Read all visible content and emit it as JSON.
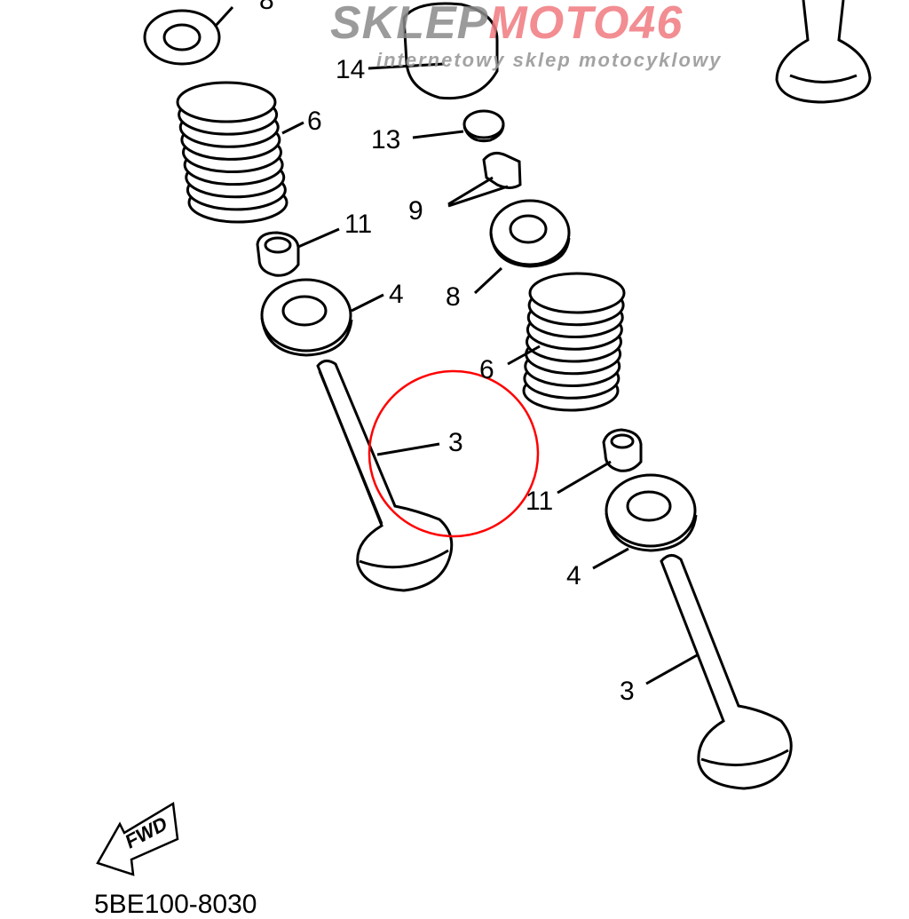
{
  "watermark": {
    "brand_gray": "SKLEP",
    "brand_red": "MOTO46",
    "tagline": "internetowy sklep motocyklowy",
    "colors": {
      "gray": "#8a8a8a",
      "red": "#f07a80"
    }
  },
  "labels": [
    {
      "id": "top-8",
      "text": "8"
    },
    {
      "id": "14",
      "text": "14"
    },
    {
      "id": "6a",
      "text": "6"
    },
    {
      "id": "13",
      "text": "13"
    },
    {
      "id": "9",
      "text": "9"
    },
    {
      "id": "11a",
      "text": "11"
    },
    {
      "id": "4a",
      "text": "4"
    },
    {
      "id": "8b",
      "text": "8"
    },
    {
      "id": "6b",
      "text": "6"
    },
    {
      "id": "3a",
      "text": "3"
    },
    {
      "id": "11b",
      "text": "11"
    },
    {
      "id": "4b",
      "text": "4"
    },
    {
      "id": "3b",
      "text": "3"
    }
  ],
  "fwd_label": "FWD",
  "diagram_code": "5BE100-8030",
  "highlight_color": "#ff0000"
}
